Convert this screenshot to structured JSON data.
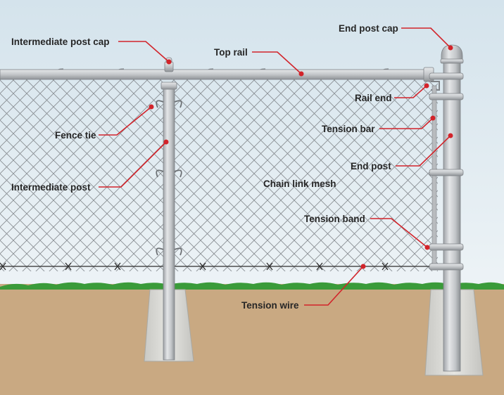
{
  "diagram": {
    "colors": {
      "sky": "#dde8f0",
      "ground": "#c9a982",
      "grass": "#3a9b3a",
      "concrete": "#dcdcd8",
      "post": "#c9ccce",
      "mesh": "#8a8f94",
      "leader": "#d2232a",
      "label": "#262626"
    },
    "labels": {
      "intermediate_post_cap": "Intermediate post cap",
      "top_rail": "Top rail",
      "end_post_cap": "End post cap",
      "rail_end": "Rail end",
      "fence_tie": "Fence tie",
      "tension_bar": "Tension bar",
      "end_post": "End post",
      "intermediate_post": "Intermediate post",
      "chain_link_mesh": "Chain link mesh",
      "tension_band": "Tension band",
      "tension_wire": "Tension wire"
    }
  }
}
